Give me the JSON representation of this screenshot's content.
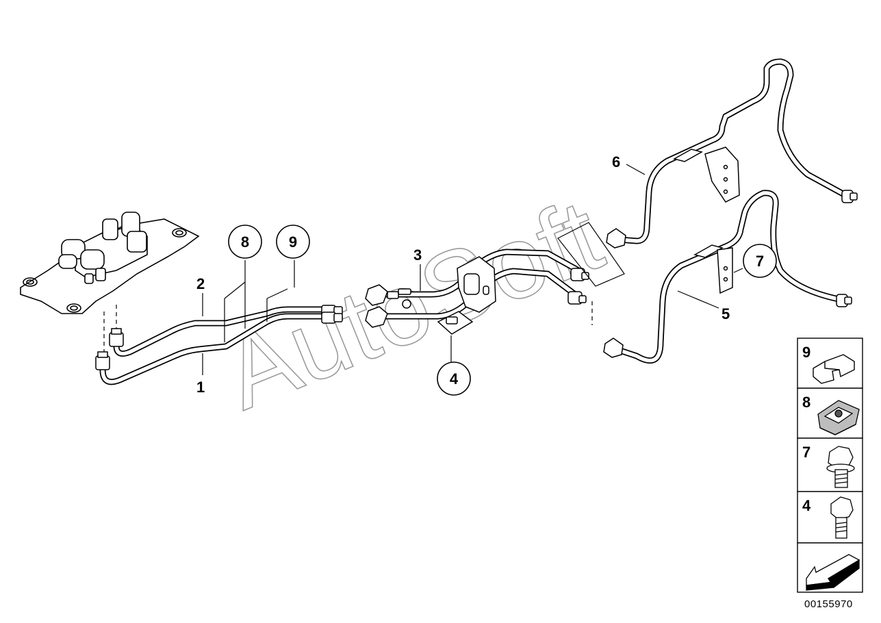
{
  "watermark": "AutoSoft",
  "callouts": {
    "c1": "1",
    "c2": "2",
    "c3": "3",
    "c4": "4",
    "c5": "5",
    "c6": "6",
    "c7": "7",
    "c8": "8",
    "c9": "9"
  },
  "legend": [
    {
      "number": "9",
      "icon": "clip-icon"
    },
    {
      "number": "8",
      "icon": "clamp-nut-icon"
    },
    {
      "number": "7",
      "icon": "collar-bolt-icon"
    },
    {
      "number": "4",
      "icon": "hex-bolt-icon"
    },
    {
      "number": "",
      "icon": "direction-arrow-icon"
    }
  ],
  "diagram_id": "00155970"
}
